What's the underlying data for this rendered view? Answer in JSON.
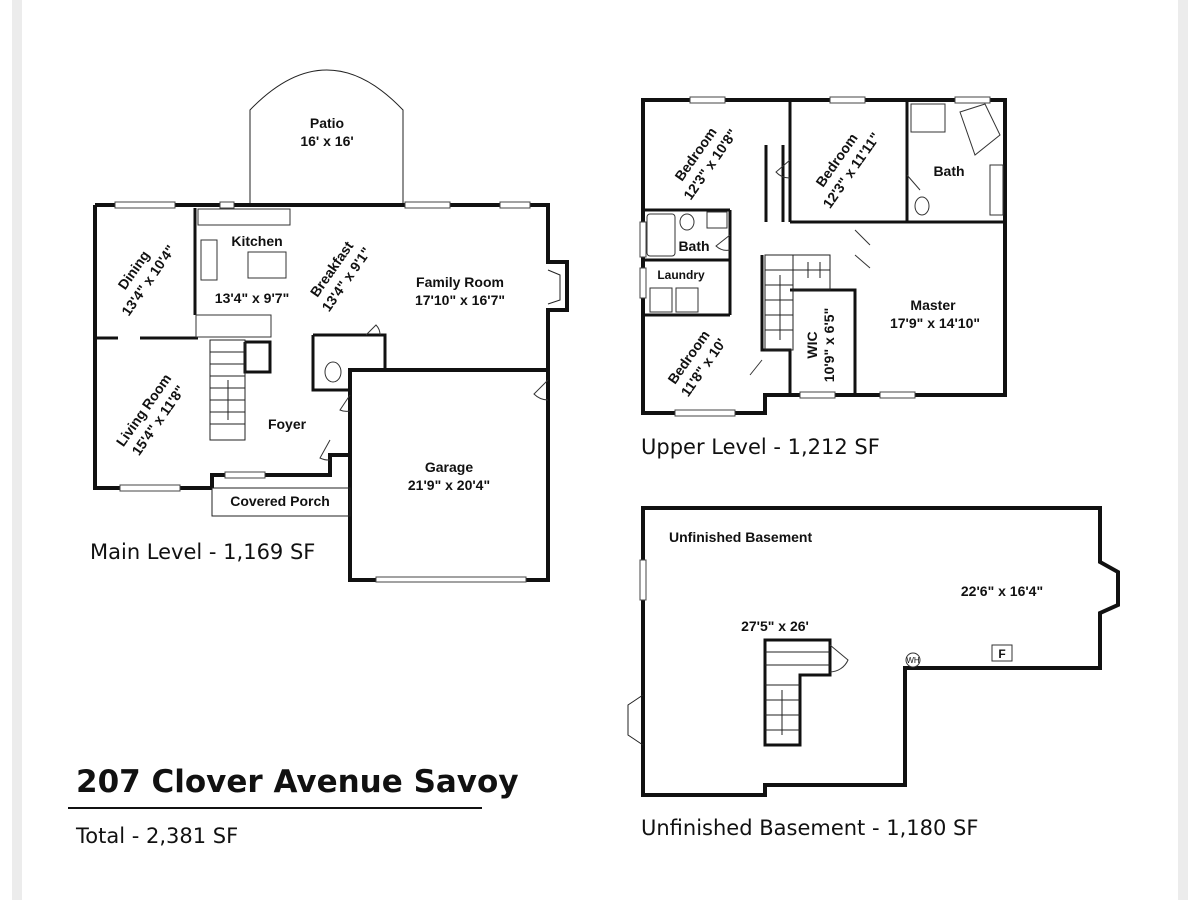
{
  "address": "207 Clover Avenue Savoy",
  "total": "Total - 2,381 SF",
  "main_level": {
    "caption": "Main Level - 1,169 SF",
    "patio": {
      "name": "Patio",
      "size": "16' x 16'"
    },
    "kitchen": {
      "name": "Kitchen",
      "size": "13'4\" x 9'7\""
    },
    "breakfast": {
      "name": "Breakfast",
      "size": "13'4\" x 9'1\""
    },
    "family_room": {
      "name": "Family Room",
      "size": "17'10\" x 16'7\""
    },
    "dining": {
      "name": "Dining",
      "size": "13'4\" x 10'4\""
    },
    "living_room": {
      "name": "Living Room",
      "size": "15'4\" x 11'8\""
    },
    "foyer": {
      "name": "Foyer"
    },
    "garage": {
      "name": "Garage",
      "size": "21'9\" x 20'4\""
    },
    "covered_porch": {
      "name": "Covered Porch"
    }
  },
  "upper_level": {
    "caption": "Upper Level - 1,212 SF",
    "bedroom_1": {
      "name": "Bedroom",
      "size": "12'3\" x 10'8\""
    },
    "bedroom_2": {
      "name": "Bedroom",
      "size": "12'3\" x 11'11\""
    },
    "bath_master": {
      "name": "Bath"
    },
    "bath_hall": {
      "name": "Bath"
    },
    "laundry": {
      "name": "Laundry"
    },
    "bedroom_3": {
      "name": "Bedroom",
      "size": "11'8\" x 10'"
    },
    "wic": {
      "name": "WIC",
      "size": "10'9\" x 6'5\""
    },
    "master": {
      "name": "Master",
      "size": "17'9\" x 14'10\""
    }
  },
  "basement": {
    "caption": "Unfinished Basement - 1,180 SF",
    "title": "Unfinished Basement",
    "size_left": "27'5\" x 26'",
    "size_right": "22'6\" x 16'4\"",
    "water_heater": "WH",
    "furnace": "F"
  }
}
